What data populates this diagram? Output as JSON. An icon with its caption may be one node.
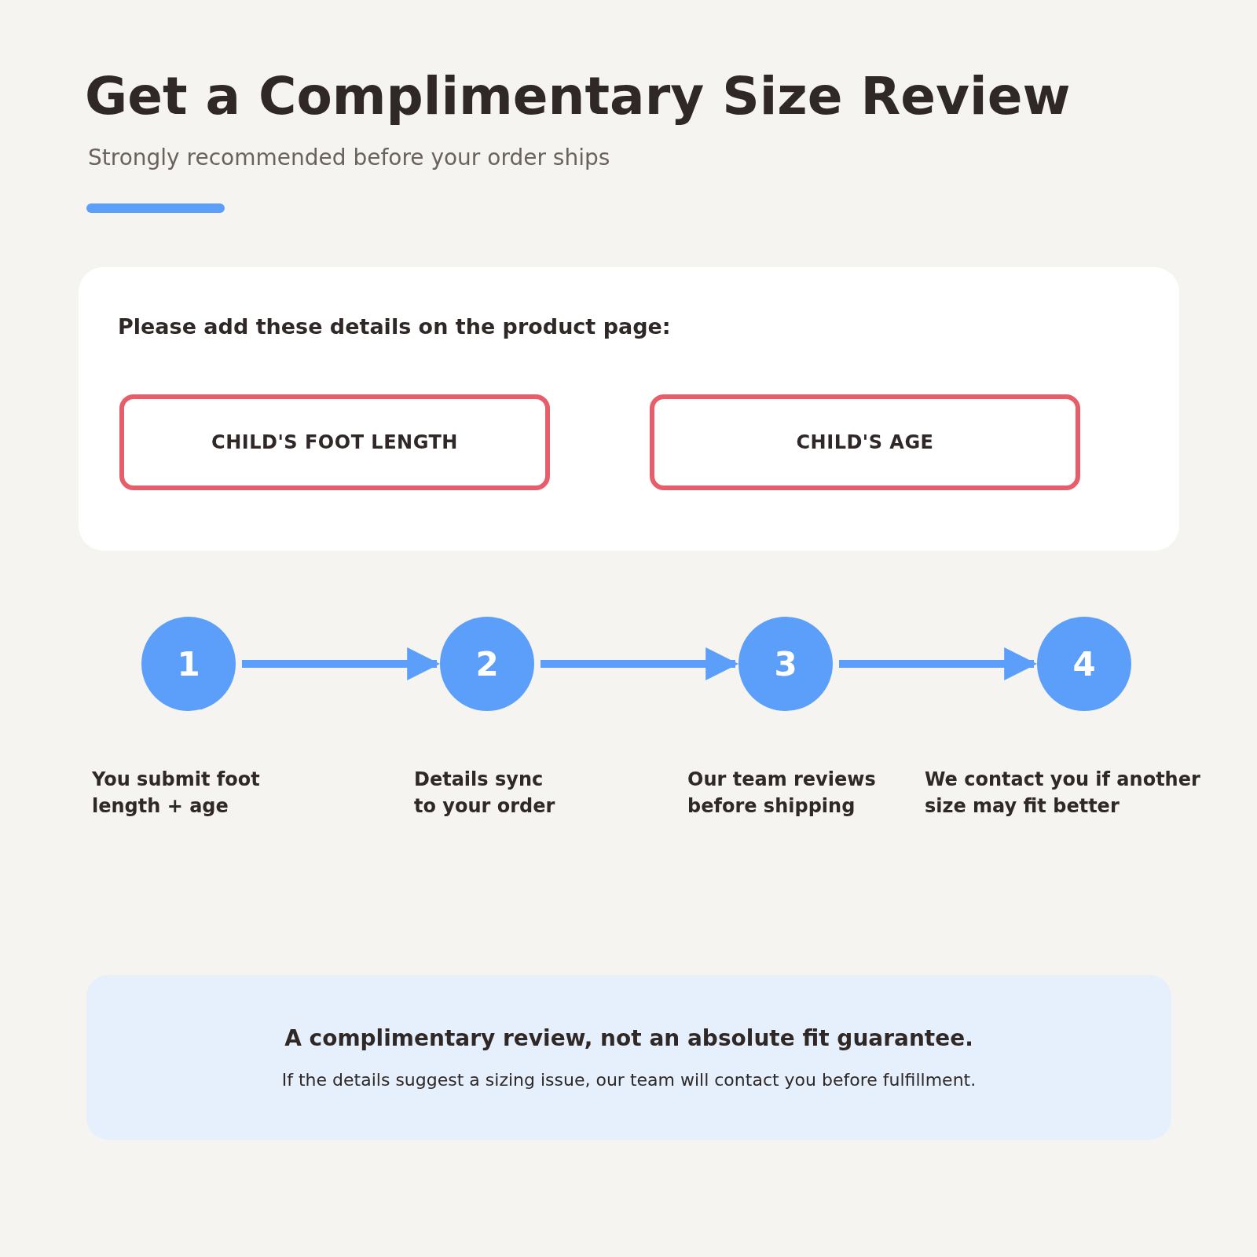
{
  "diagram": {
    "title": "Get a Complimentary Size Review",
    "nodes": [
      {
        "text": [
          "Please add these details on the product page:"
        ]
      },
      {
        "text": [
          "CHILD'S FOOT LENGTH"
        ],
        "in": 0
      },
      {
        "text": [
          "CHILD'S AGE"
        ],
        "in": 0
      },
      {
        "text": [
          "1"
        ],
        "beside": [
          "You submit foot length + age"
        ]
      },
      {
        "text": [
          "2"
        ],
        "beside": [
          "Details sync to your order"
        ]
      },
      {
        "text": [
          "3"
        ],
        "beside": [
          "Our team reviews before shipping"
        ]
      },
      {
        "text": [
          "4"
        ],
        "beside": [
          "We contact you if another size may fit better"
        ]
      },
      {
        "text": [
          "A complimentary review, not an absolute fit guarantee.",
          "If the details suggest a sizing issue, our team will contact you before fulfillment."
        ]
      }
    ],
    "edges": [
      {
        "from": 3,
        "to": 4,
        "arrow": "to"
      },
      {
        "from": 4,
        "to": 5,
        "arrow": "to"
      },
      {
        "from": 5,
        "to": 6,
        "arrow": "to"
      }
    ],
    "labels": [
      "Strongly recommended before your order ships"
    ]
  }
}
